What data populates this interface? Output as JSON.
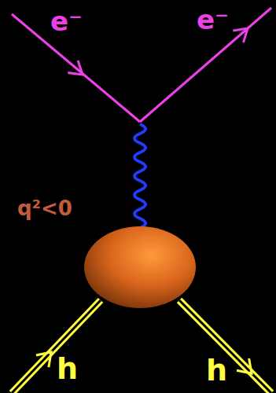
{
  "diagram": {
    "labels": [
      "e⁻",
      "e⁻",
      "q²<0",
      "h",
      "h"
    ]
  }
}
